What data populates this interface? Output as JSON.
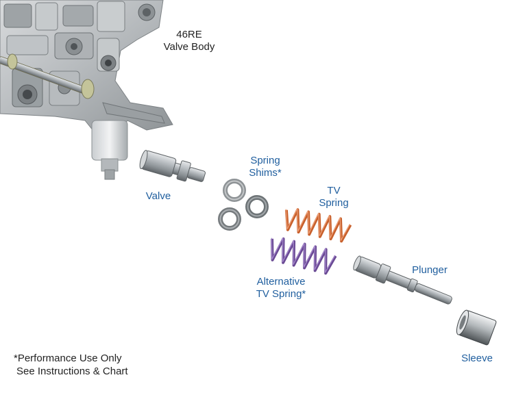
{
  "colors": {
    "label_blue": "#1f5e9e",
    "label_dark": "#222222",
    "tv_spring": "#c8602c",
    "alt_spring": "#6a4a94",
    "metal": "#a9aeb2"
  },
  "labels": {
    "valve_body_line1": "46RE",
    "valve_body_line2": "Valve Body",
    "valve": "Valve",
    "spring_shims_line1": "Spring",
    "spring_shims_line2": "Shims*",
    "tv_spring_line1": "TV",
    "tv_spring_line2": "Spring",
    "alt_spring_line1": "Alternative",
    "alt_spring_line2": "TV Spring*",
    "plunger": "Plunger",
    "sleeve": "Sleeve"
  },
  "footnote": {
    "line1": "*Performance Use Only",
    "line2": "See Instructions & Chart"
  }
}
